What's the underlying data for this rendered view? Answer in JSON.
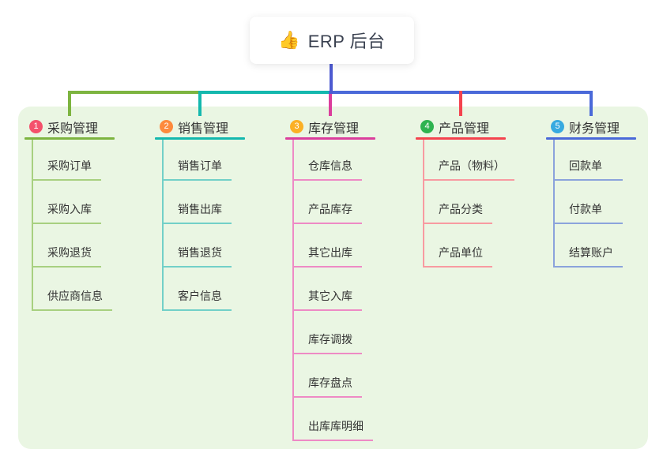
{
  "root": {
    "icon": "👍",
    "label": "ERP 后台"
  },
  "colors": {
    "panel_bg": "#eaf6e3",
    "root_line": "#4d5ad1",
    "text": "#333333",
    "root_text": "#3a4150"
  },
  "branches": [
    {
      "num": "1",
      "label": "采购管理",
      "badge_color": "#f4516c",
      "line_color": "#7db440",
      "child_line_color": "#a8d080",
      "children": [
        "采购订单",
        "采购入库",
        "采购退货",
        "供应商信息"
      ]
    },
    {
      "num": "2",
      "label": "销售管理",
      "badge_color": "#fd8a3d",
      "line_color": "#14b8ae",
      "child_line_color": "#72d0c8",
      "children": [
        "销售订单",
        "销售出库",
        "销售退货",
        "客户信息"
      ]
    },
    {
      "num": "3",
      "label": "库存管理",
      "badge_color": "#fbb024",
      "line_color": "#db3e9c",
      "child_line_color": "#ee8ac5",
      "children": [
        "仓库信息",
        "产品库存",
        "其它出库",
        "其它入库",
        "库存调拨",
        "库存盘点",
        "出库库明细"
      ]
    },
    {
      "num": "4",
      "label": "产品管理",
      "badge_color": "#2fb350",
      "line_color": "#f4434e",
      "child_line_color": "#f89aa1",
      "children": [
        "产品（物料）",
        "产品分类",
        "产品单位"
      ]
    },
    {
      "num": "5",
      "label": "财务管理",
      "badge_color": "#38aae0",
      "line_color": "#4a69d9",
      "child_line_color": "#8ba3dc",
      "children": [
        "回款单",
        "付款单",
        "结算账户"
      ]
    }
  ]
}
